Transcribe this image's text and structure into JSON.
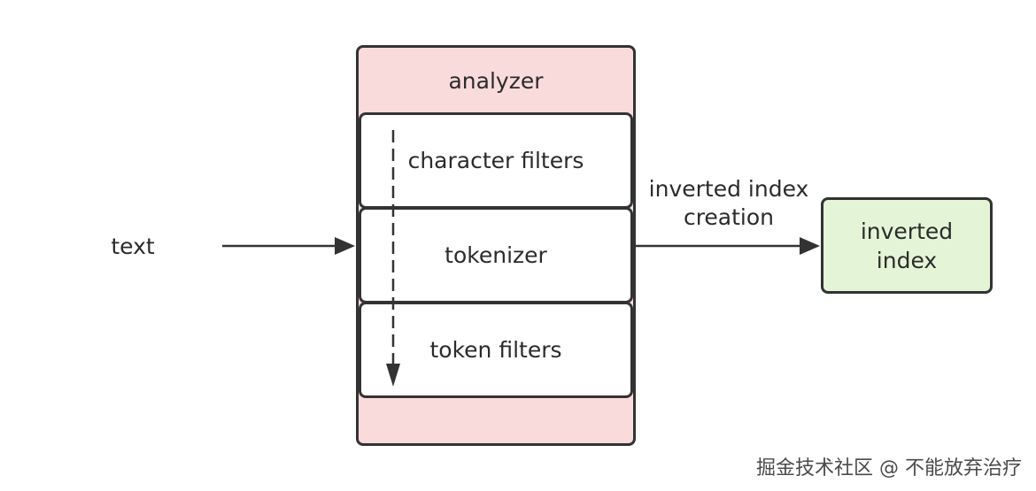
{
  "input": {
    "label": "text"
  },
  "analyzer": {
    "title": "analyzer",
    "stages": [
      {
        "label": "character filters"
      },
      {
        "label": "tokenizer"
      },
      {
        "label": "token filters"
      }
    ]
  },
  "edge": {
    "line1": "inverted index",
    "line2": "creation"
  },
  "output": {
    "line1": "inverted",
    "line2": "index"
  },
  "colors": {
    "analyzer_fill": "#fadbdb",
    "stage_fill": "#ffffff",
    "output_fill": "#e3f5d6",
    "stroke": "#333333"
  },
  "watermark": "掘金技术社区 @ 不能放弃治疗"
}
